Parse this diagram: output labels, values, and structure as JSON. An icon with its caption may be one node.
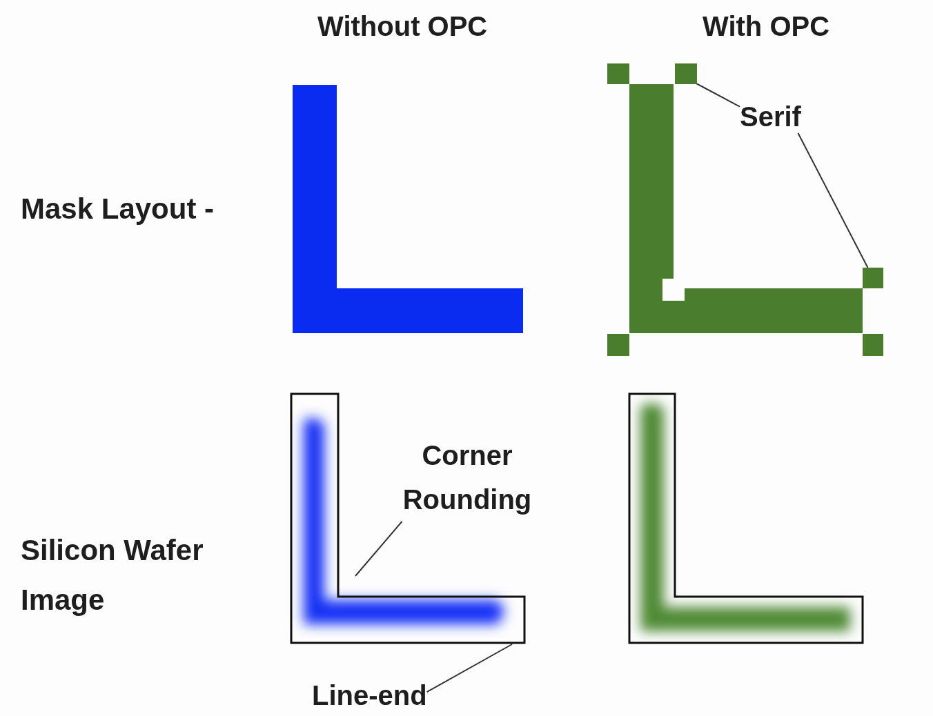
{
  "diagram": {
    "nodes": [
      {
        "text": [
          "Serif"
        ]
      },
      {
        "text": [],
        "shape": "box"
      },
      {
        "text": [],
        "shape": "box"
      },
      {
        "text": [
          "Corner Rounding"
        ]
      },
      {
        "text": [
          "Line-end"
        ]
      },
      {
        "text": [],
        "shape": "picture"
      }
    ],
    "edges": [
      {
        "from": 0,
        "to": 1,
        "arrow": "none"
      },
      {
        "from": 0,
        "to": 2,
        "arrow": "none"
      },
      {
        "from": 3,
        "to": 5,
        "arrow": "none"
      },
      {
        "from": 4,
        "to": 5,
        "arrow": "none"
      }
    ],
    "labels": [
      "Without OPC",
      "With OPC",
      "Mask Layout -",
      "Silicon Wafer Image"
    ]
  }
}
